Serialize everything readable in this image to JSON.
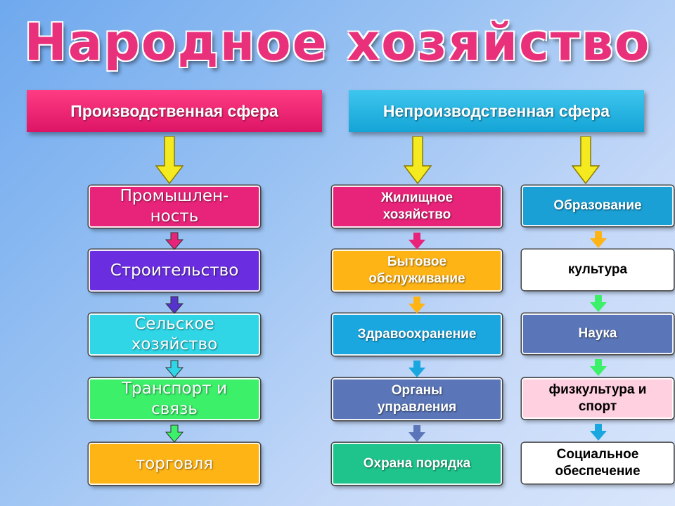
{
  "title": "Народное хозяйство",
  "left": {
    "header": "Производственная сфера",
    "items": [
      "Промышлен-\nность",
      "Строительство",
      "Сельское\nхозяйство",
      "Транспорт и\nсвязь",
      "торговля"
    ],
    "colors": [
      "#e8247a",
      "#6a2ee0",
      "#30d6e6",
      "#3cf06a",
      "#ffb416"
    ]
  },
  "right": {
    "header": "Непроизводственная сфера",
    "col1": {
      "items": [
        "Жилищное\nхозяйство",
        "Бытовое\nобслуживание",
        "Здравоохранение",
        "Органы\nуправления",
        "Охрана порядка"
      ],
      "colors": [
        "#e8247a",
        "#ffb416",
        "#1aa7e0",
        "#5a76b8",
        "#1fc48c"
      ]
    },
    "col2": {
      "items": [
        "Образование",
        "культура",
        "Наука",
        "физкультура и\nспорт",
        "Социальное\nобеспечение"
      ],
      "colors": [
        "#1aa0d4",
        "#ffffff",
        "#5a76b8",
        "#ffd0df",
        "#ffffff"
      ],
      "text_colors": [
        "#ffffff",
        "#000000",
        "#ffffff",
        "#000000",
        "#000000"
      ]
    }
  },
  "arrow_colors": {
    "big": "#f5ea20",
    "left": [
      "#e8247a",
      "#5533cc",
      "#30d6e6",
      "#3cf06a"
    ],
    "col1": [
      "#e8247a",
      "#ffb416",
      "#1aa7e0",
      "#5a76b8"
    ],
    "col2": [
      "#ffb416",
      "#3cf06a",
      "#3cf06a",
      "#1aa7e0"
    ]
  }
}
